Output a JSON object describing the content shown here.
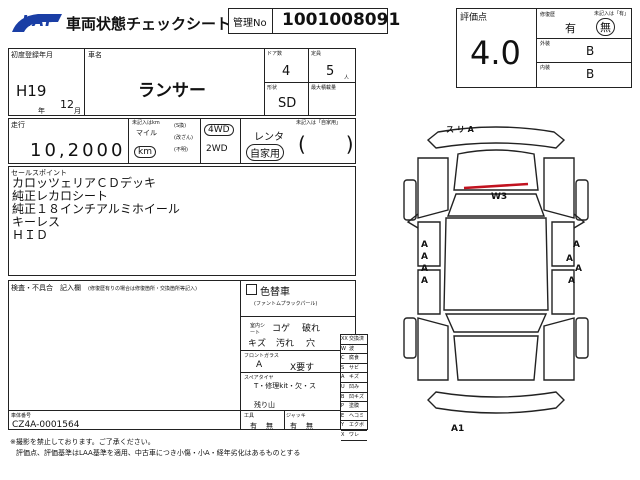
{
  "header": {
    "logo": "LAP",
    "title": "車両状態チェックシート",
    "mgmt_label": "管理No",
    "mgmt_no": "1001008091"
  },
  "score": {
    "label": "評価点",
    "value": "4.0",
    "repair_label": "修復歴",
    "repair_value": "有",
    "repair_value_circled": "無",
    "undetected_label": "未記入は「有」",
    "exterior_label": "外装",
    "exterior_value": "B",
    "interior_label": "内装",
    "interior_value": "B"
  },
  "registration": {
    "first_reg_label": "初度登録年月",
    "year": "H19",
    "year_unit": "年",
    "month": "12",
    "month_unit": "月",
    "model_label": "車名",
    "model": "ランサー",
    "doors_label": "ドア数",
    "doors": "4",
    "capacity_label": "定員",
    "capacity": "5",
    "capacity_unit": "人",
    "shape_label": "形状",
    "shape": "SD",
    "max_load_label": "最大積載量"
  },
  "mileage": {
    "label": "走行",
    "value": "10,2000",
    "note": "未記入はkm",
    "unit_mile": "マイル",
    "unit_km": "km",
    "opt1": "(S換)",
    "opt2": "(改ざん)",
    "opt3": "(不明)",
    "drive_4wd": "4WD",
    "drive_2wd": "2WD",
    "use_note": "未記入は「自家用」",
    "use_rental": "レンタ",
    "use_private": "自家用"
  },
  "sales_points": {
    "label": "セールスポイント",
    "items": [
      "カロッツェリアＣＤデッキ",
      "純正レカロシート",
      "純正１８インチアルミホイール",
      "キーレス",
      "ＨＩＤ"
    ]
  },
  "inspection": {
    "label": "検査・不具合　記入欄",
    "note": "(修復歴有りの場合は修復箇所・交換箇所等記入)",
    "color_change": "色替車",
    "color_sub": "(ファントムプラックパール)",
    "interior_label": "室内シート",
    "interior_items": [
      "コゲ",
      "破れ",
      "キズ",
      "汚れ",
      "穴"
    ],
    "glass_label": "フロントガラス",
    "glass_values": [
      "A",
      "X要す"
    ],
    "spare_label": "スペアタイヤ",
    "spare_text": "T・修理kit・欠・ス",
    "spare_remain": "残り山",
    "frame_label": "車体番号",
    "frame_no": "CZ4A-0001564",
    "jack_label": "ジャッキ",
    "jack_values": [
      "有",
      "無"
    ],
    "tool_label": "工具",
    "tool_values": [
      "有",
      "無"
    ]
  },
  "legend": [
    {
      "code": "XX",
      "label": "交換済"
    },
    {
      "code": "W",
      "label": "波"
    },
    {
      "code": "C",
      "label": "腐食"
    },
    {
      "code": "S",
      "label": "サビ"
    },
    {
      "code": "A",
      "label": "キズ"
    },
    {
      "code": "U",
      "label": "凹み"
    },
    {
      "code": "B",
      "label": "凹キズ"
    },
    {
      "code": "P",
      "label": "塗膜"
    },
    {
      "code": "E",
      "label": "ヘコミ"
    },
    {
      "code": "Y",
      "label": "エクボ"
    },
    {
      "code": "X",
      "label": "ワレ"
    }
  ],
  "diagram": {
    "roof_label": "ス リ A",
    "w_label": "W3",
    "a1_label": "A1",
    "damage_marks": [
      "A",
      "A",
      "A",
      "A",
      "A",
      "A",
      "A",
      "A"
    ]
  },
  "footer": {
    "line1": "※撮影を禁止しております。ご了承ください。",
    "line2": "評価点、評価基準はLAA基準を適用、中古車につき小傷・小A・経年劣化はあるものとする"
  }
}
